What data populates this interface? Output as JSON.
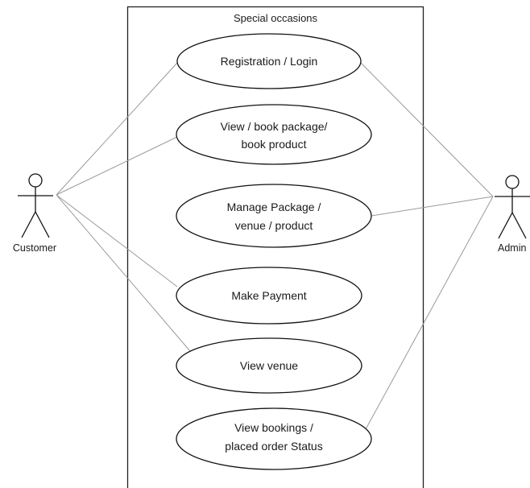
{
  "system": {
    "title": "Special occasions"
  },
  "actors": {
    "customer": {
      "name": "Customer"
    },
    "admin": {
      "name": "Admin"
    }
  },
  "use_cases": {
    "registration": {
      "line1": "Registration / Login",
      "line2": ""
    },
    "view_book": {
      "line1": "View / book package/",
      "line2": "book product"
    },
    "manage": {
      "line1": "Manage Package /",
      "line2": "venue / product"
    },
    "payment": {
      "line1": "Make Payment",
      "line2": ""
    },
    "view_venue": {
      "line1": "View venue",
      "line2": ""
    },
    "view_bookings": {
      "line1": "View bookings /",
      "line2": "placed order Status"
    }
  }
}
